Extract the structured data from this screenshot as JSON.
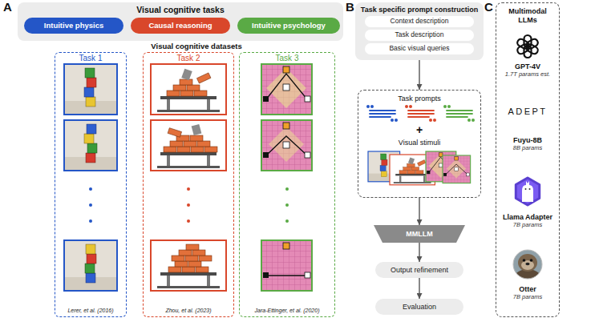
{
  "diagram": {
    "nodes": [
      {
        "text": [
          "Visual cognitive tasks"
        ]
      },
      {
        "text": [
          "Intuitive physics"
        ],
        "in": 0
      },
      {
        "text": [
          "Causal reasoning"
        ],
        "in": 0
      },
      {
        "text": [
          "Intuitive psychology"
        ],
        "in": 0
      },
      {
        "text": [
          "Task 1",
          "Lerer, et al. (2016)"
        ]
      },
      {
        "text": [
          "Task 2",
          "Zhou, et al. (2023)"
        ]
      },
      {
        "text": [
          "Task 3",
          "Jara-Ettinger, et al. (2020)"
        ]
      },
      {
        "text": [
          "Task specific prompt construction"
        ]
      },
      {
        "text": [
          "Context description"
        ],
        "in": 7
      },
      {
        "text": [
          "Task description"
        ],
        "in": 7
      },
      {
        "text": [
          "Basic visual queries"
        ],
        "in": 7
      },
      {
        "text": [
          "Task prompts",
          "+",
          "Visual stimuli"
        ]
      },
      {
        "text": [
          "MMLLM"
        ]
      },
      {
        "text": [
          "Output refinement"
        ]
      },
      {
        "text": [
          "Evaluation"
        ]
      },
      {
        "text": [
          "Multimodal LLMs"
        ]
      }
    ],
    "edges": [
      {
        "from": 7,
        "to": 11,
        "arrow": "to"
      },
      {
        "from": 11,
        "to": 12,
        "arrow": "to"
      },
      {
        "from": 12,
        "to": 13,
        "arrow": "to"
      },
      {
        "from": 13,
        "to": 14,
        "arrow": "to"
      }
    ],
    "labels": [
      "A",
      "B",
      "C",
      "Visual cognitive datasets",
      "GPT-4V",
      "1.7T params est.",
      "ADEPT",
      "Fuyu-8B",
      "8B params",
      "Llama Adapter",
      "7B params",
      "Otter",
      "7B params"
    ]
  }
}
